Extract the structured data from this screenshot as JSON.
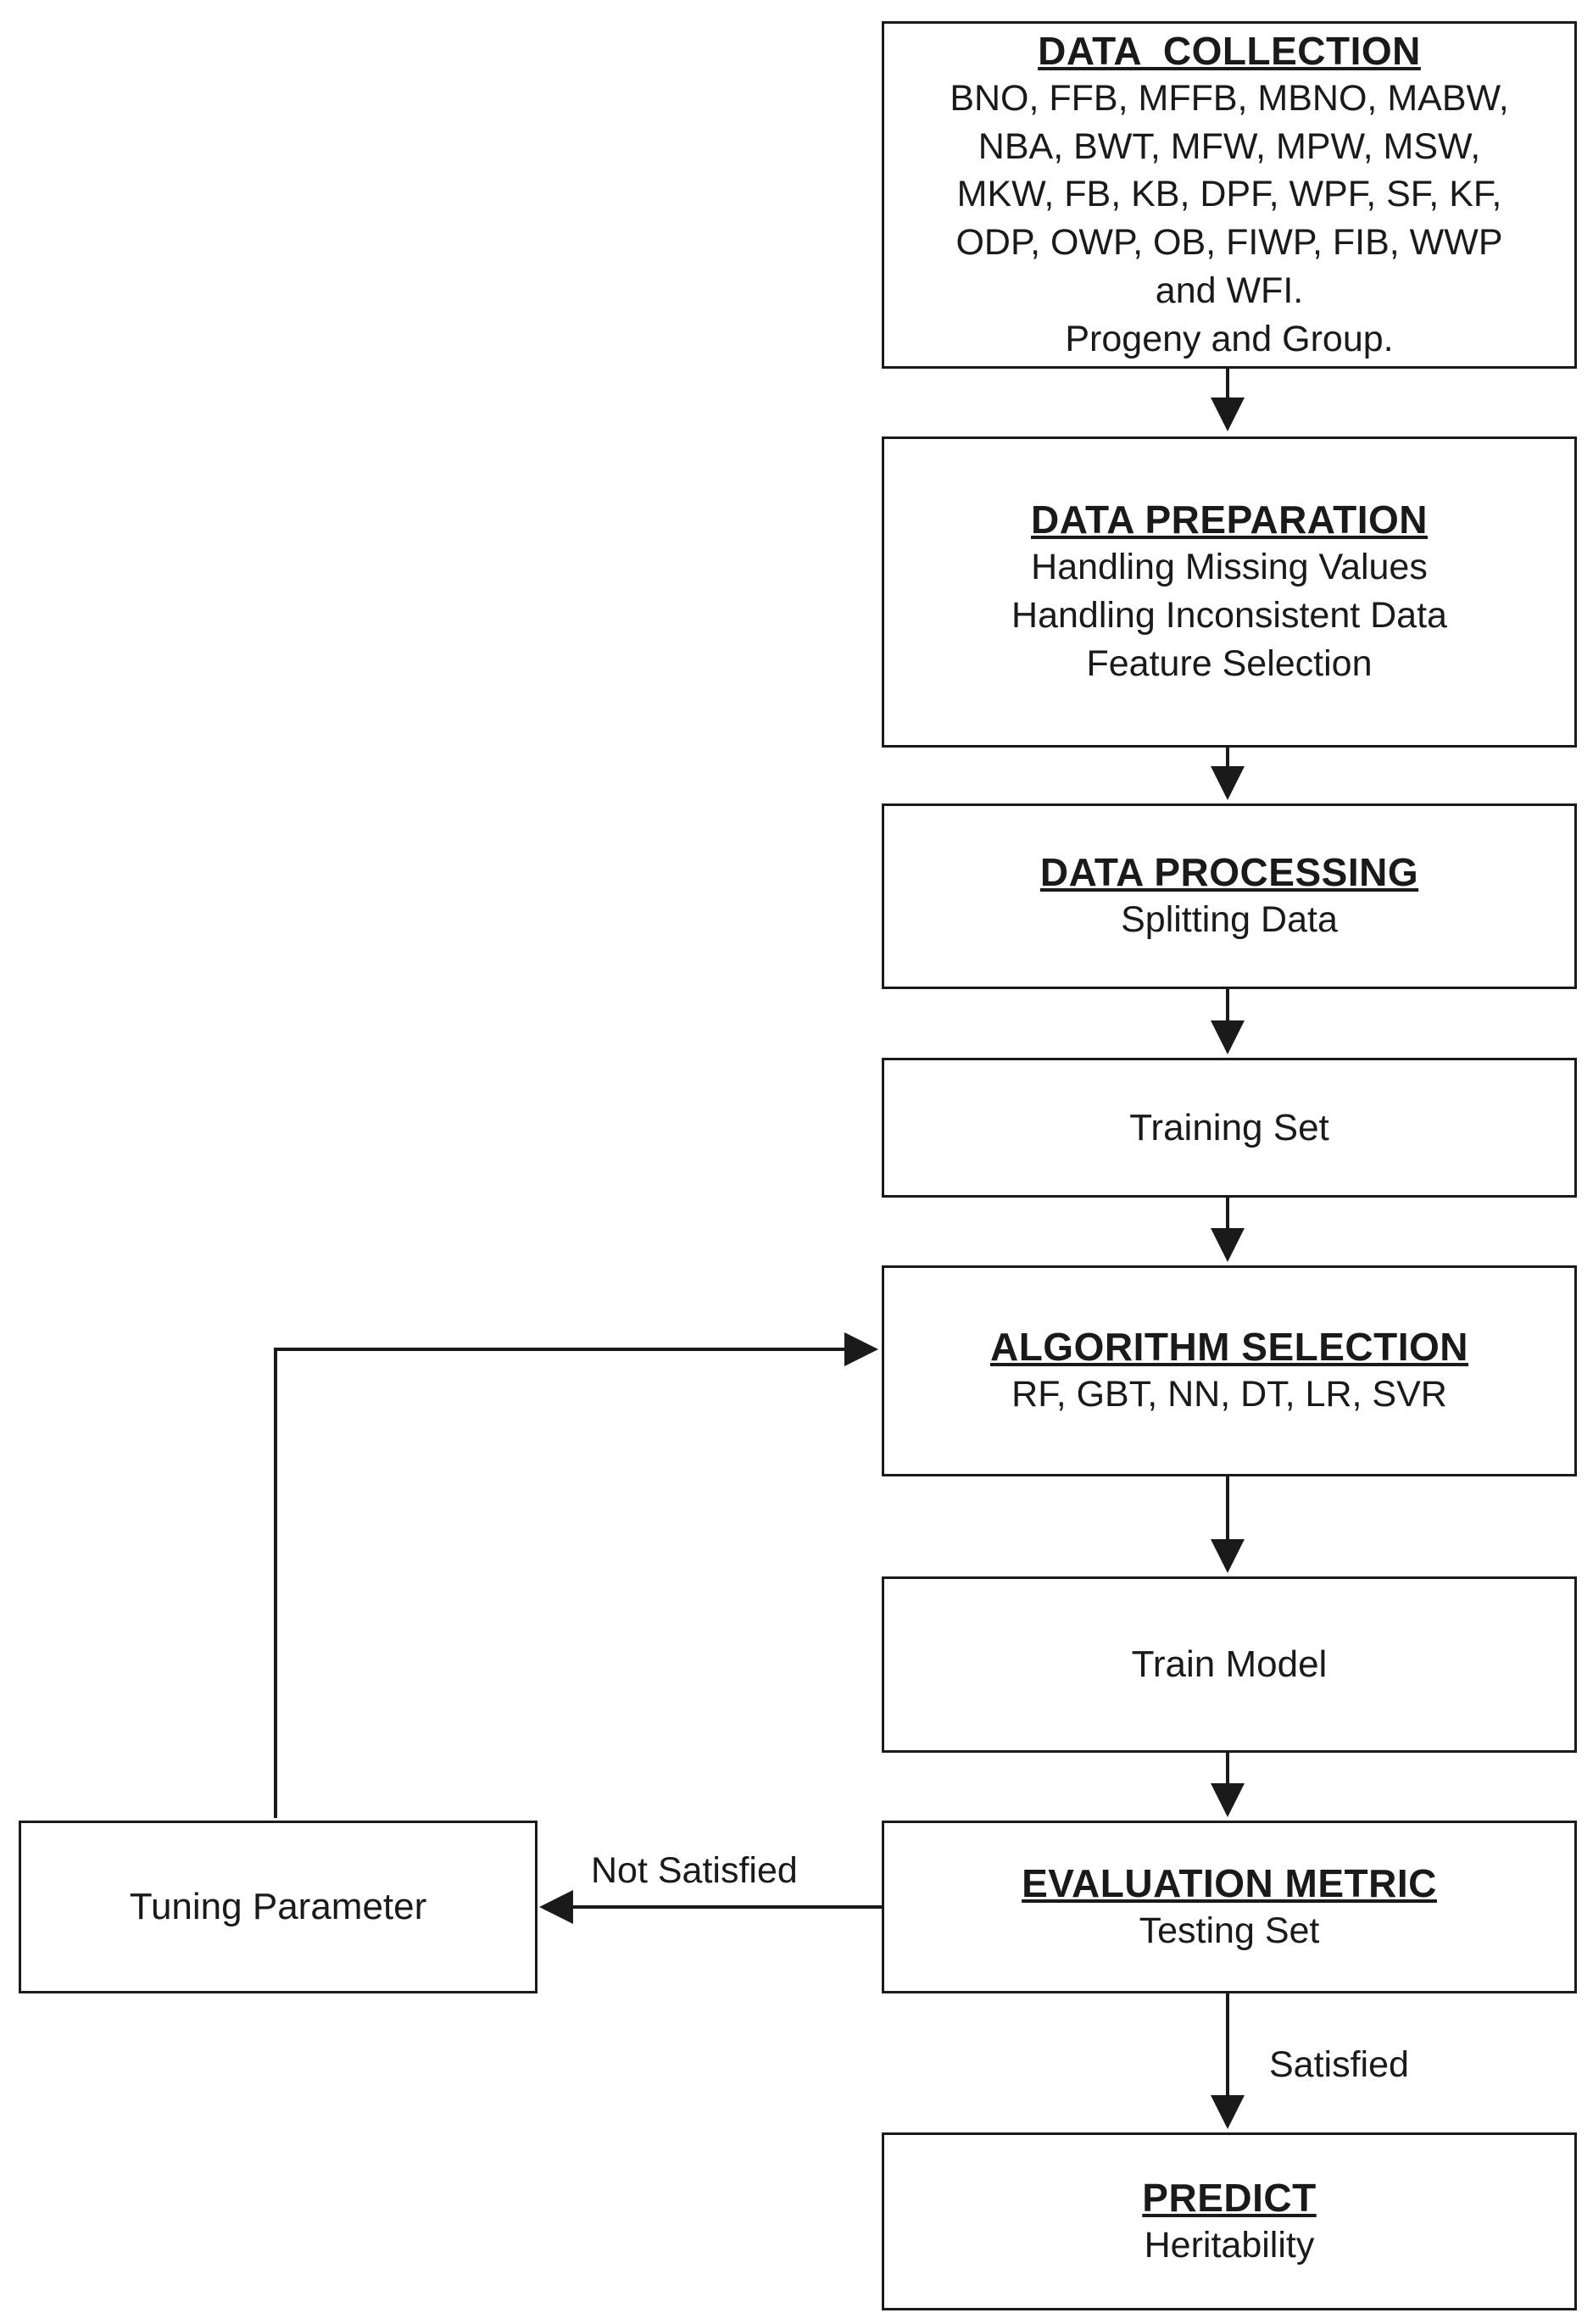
{
  "data_collection": {
    "title": "DATA  COLLECTION",
    "lines": [
      "BNO, FFB, MFFB, MBNO, MABW,",
      "NBA, BWT, MFW, MPW, MSW,",
      "MKW, FB, KB, DPF, WPF, SF, KF,",
      "ODP, OWP, OB, FIWP, FIB, WWP",
      "and WFI.",
      "Progeny and Group."
    ]
  },
  "data_preparation": {
    "title": "DATA PREPARATION",
    "lines": [
      "Handling Missing Values",
      "Handling Inconsistent Data",
      "Feature Selection"
    ]
  },
  "data_processing": {
    "title": "DATA PROCESSING",
    "lines": [
      "Splitting Data"
    ]
  },
  "training_set": {
    "label": "Training Set"
  },
  "algorithm_selection": {
    "title": "ALGORITHM SELECTION",
    "lines": [
      "RF, GBT, NN, DT, LR, SVR"
    ]
  },
  "train_model": {
    "label": "Train Model"
  },
  "evaluation_metric": {
    "title": "EVALUATION METRIC",
    "lines": [
      "Testing Set"
    ]
  },
  "predict": {
    "title": "PREDICT",
    "lines": [
      "Heritability"
    ]
  },
  "tuning_parameter": {
    "label": "Tuning Parameter"
  },
  "edges": {
    "not_satisfied": "Not Satisfied",
    "satisfied": "Satisfied"
  }
}
